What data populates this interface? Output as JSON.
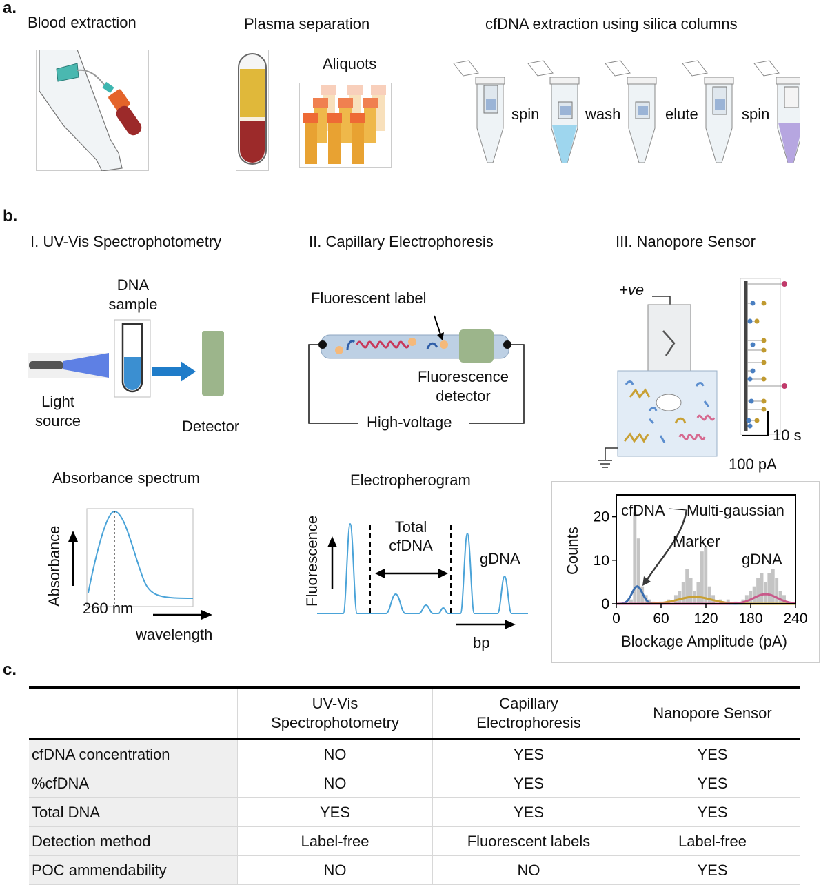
{
  "panel_a": {
    "label": "a.",
    "blood_title": "Blood extraction",
    "plasma_title": "Plasma separation",
    "aliquots_label": "Aliquots",
    "cfdna_title": "cfDNA extraction using silica columns",
    "steps": [
      "spin",
      "wash",
      "elute",
      "spin"
    ]
  },
  "panel_b": {
    "label": "b.",
    "uv": {
      "title": "I. UV-Vis Spectrophotometry",
      "dna_sample_1": "DNA",
      "dna_sample_2": "sample",
      "light_1": "Light",
      "light_2": "source",
      "detector": "Detector",
      "spectrum_title": "Absorbance spectrum",
      "ylabel": "Absorbance",
      "peak": "260 nm",
      "xlabel": "wavelength"
    },
    "ce": {
      "title": "II. Capillary Electrophoresis",
      "fluor_label": "Fluorescent label",
      "detector_1": "Fluorescence",
      "detector_2": "detector",
      "voltage": "High-voltage",
      "egram_title": "Electropherogram",
      "ylabel": "Fluorescence",
      "total_1": "Total",
      "total_2": "cfDNA",
      "gdna": "gDNA",
      "xlabel": "bp"
    },
    "np": {
      "title": "III. Nanopore Sensor",
      "electrode": "+ve",
      "time_scale": "10 s",
      "current_scale": "100 pA"
    }
  },
  "chart_data": {
    "type": "bar",
    "xlabel": "Blockage Amplitude (pA)",
    "ylabel": "Counts",
    "xlim": [
      0,
      240
    ],
    "ylim": [
      0,
      25
    ],
    "xticks": [
      0,
      60,
      120,
      180,
      240
    ],
    "yticks": [
      0,
      10,
      20
    ],
    "annotations": [
      "cfDNA",
      "Multi-gaussian",
      "Marker",
      "gDNA"
    ],
    "bins": [
      {
        "x": 20,
        "y": 1
      },
      {
        "x": 25,
        "y": 21
      },
      {
        "x": 30,
        "y": 15
      },
      {
        "x": 35,
        "y": 4
      },
      {
        "x": 40,
        "y": 2
      },
      {
        "x": 45,
        "y": 1
      },
      {
        "x": 50,
        "y": 0.5
      },
      {
        "x": 60,
        "y": 0.5
      },
      {
        "x": 70,
        "y": 1
      },
      {
        "x": 80,
        "y": 2
      },
      {
        "x": 85,
        "y": 3
      },
      {
        "x": 90,
        "y": 5
      },
      {
        "x": 95,
        "y": 8
      },
      {
        "x": 100,
        "y": 6
      },
      {
        "x": 105,
        "y": 3
      },
      {
        "x": 110,
        "y": 5
      },
      {
        "x": 115,
        "y": 12
      },
      {
        "x": 120,
        "y": 13
      },
      {
        "x": 125,
        "y": 4
      },
      {
        "x": 130,
        "y": 2
      },
      {
        "x": 140,
        "y": 1
      },
      {
        "x": 150,
        "y": 1
      },
      {
        "x": 160,
        "y": 0.5
      },
      {
        "x": 170,
        "y": 1
      },
      {
        "x": 175,
        "y": 2
      },
      {
        "x": 180,
        "y": 3
      },
      {
        "x": 185,
        "y": 4
      },
      {
        "x": 190,
        "y": 6
      },
      {
        "x": 195,
        "y": 7
      },
      {
        "x": 200,
        "y": 5
      },
      {
        "x": 205,
        "y": 7
      },
      {
        "x": 210,
        "y": 8
      },
      {
        "x": 215,
        "y": 6
      },
      {
        "x": 220,
        "y": 3
      },
      {
        "x": 225,
        "y": 2
      }
    ],
    "gaussians": [
      {
        "name": "cfDNA",
        "color": "#3b6fb0",
        "mu": 28,
        "sigma": 7,
        "amp": 4
      },
      {
        "name": "Marker",
        "color": "#c8a033",
        "mu": 105,
        "sigma": 22,
        "amp": 1.6
      },
      {
        "name": "gDNA",
        "color": "#c85a8a",
        "mu": 200,
        "sigma": 16,
        "amp": 2.2
      }
    ]
  },
  "panel_c": {
    "label": "c.",
    "headers": [
      "",
      "UV-Vis\nSpectrophotometry",
      "Capillary\nElectrophoresis",
      "Nanopore Sensor"
    ],
    "rows": [
      [
        "cfDNA concentration",
        "NO",
        "YES",
        "YES"
      ],
      [
        "%cfDNA",
        "NO",
        "YES",
        "YES"
      ],
      [
        "Total DNA",
        "YES",
        "YES",
        "YES"
      ],
      [
        "Detection method",
        "Label-free",
        "Fluorescent labels",
        "Label-free"
      ],
      [
        "POC ammendability",
        "NO",
        "NO",
        "YES"
      ]
    ]
  }
}
